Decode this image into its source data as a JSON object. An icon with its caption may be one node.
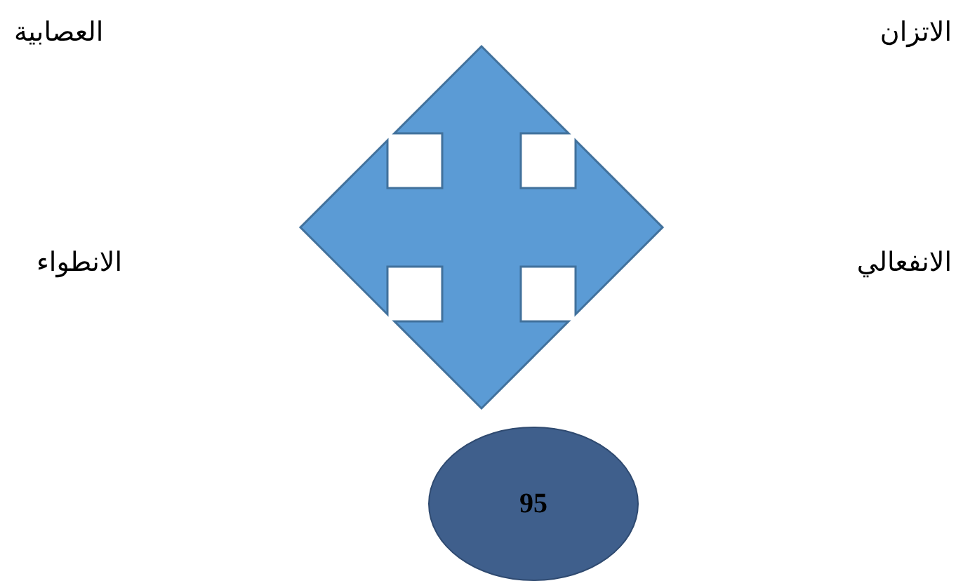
{
  "diagram": {
    "nodes": [
      {
        "text": [
          "95"
        ]
      }
    ],
    "labels": [
      "الاتزان",
      "العصابية",
      "الانفعالي",
      "الانطواء"
    ]
  }
}
